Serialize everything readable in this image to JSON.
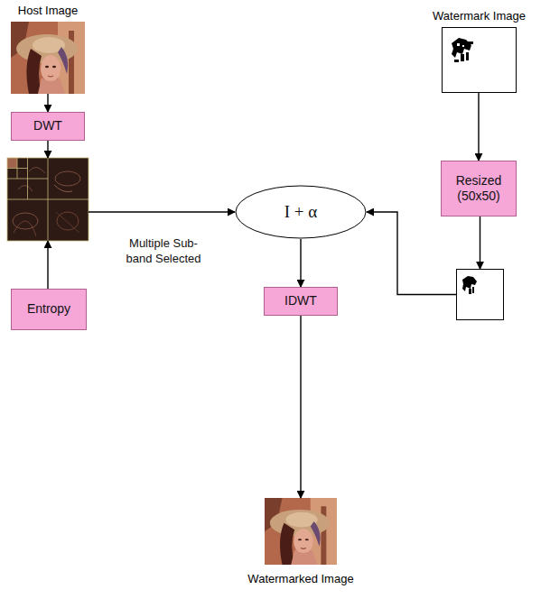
{
  "diagram": {
    "nodes": [
      {
        "text": [
          "Host Image"
        ]
      },
      {
        "text": [
          "DWT"
        ]
      },
      {
        "text": []
      },
      {
        "text": [
          "Entropy"
        ]
      },
      {
        "text": [
          "Watermark Image"
        ]
      },
      {
        "text": [
          "Resized (50x50)"
        ]
      },
      {
        "text": []
      },
      {
        "text": [
          "I + α"
        ]
      },
      {
        "text": [
          "IDWT"
        ]
      },
      {
        "text": [
          "Watermarked Image"
        ]
      }
    ],
    "edges": [
      {
        "from": 0,
        "to": 1,
        "arrow": "to"
      },
      {
        "from": 1,
        "to": 2,
        "arrow": "to"
      },
      {
        "from": 3,
        "to": 2,
        "arrow": "to"
      },
      {
        "from": 2,
        "to": 7,
        "arrow": "to",
        "label": "Multiple Sub-band Selected"
      },
      {
        "from": 4,
        "to": 5,
        "arrow": "to"
      },
      {
        "from": 5,
        "to": 6,
        "arrow": "to"
      },
      {
        "from": 6,
        "to": 7,
        "arrow": "to"
      },
      {
        "from": 7,
        "to": 8,
        "arrow": "to"
      },
      {
        "from": 8,
        "to": 9,
        "arrow": "to"
      }
    ]
  }
}
